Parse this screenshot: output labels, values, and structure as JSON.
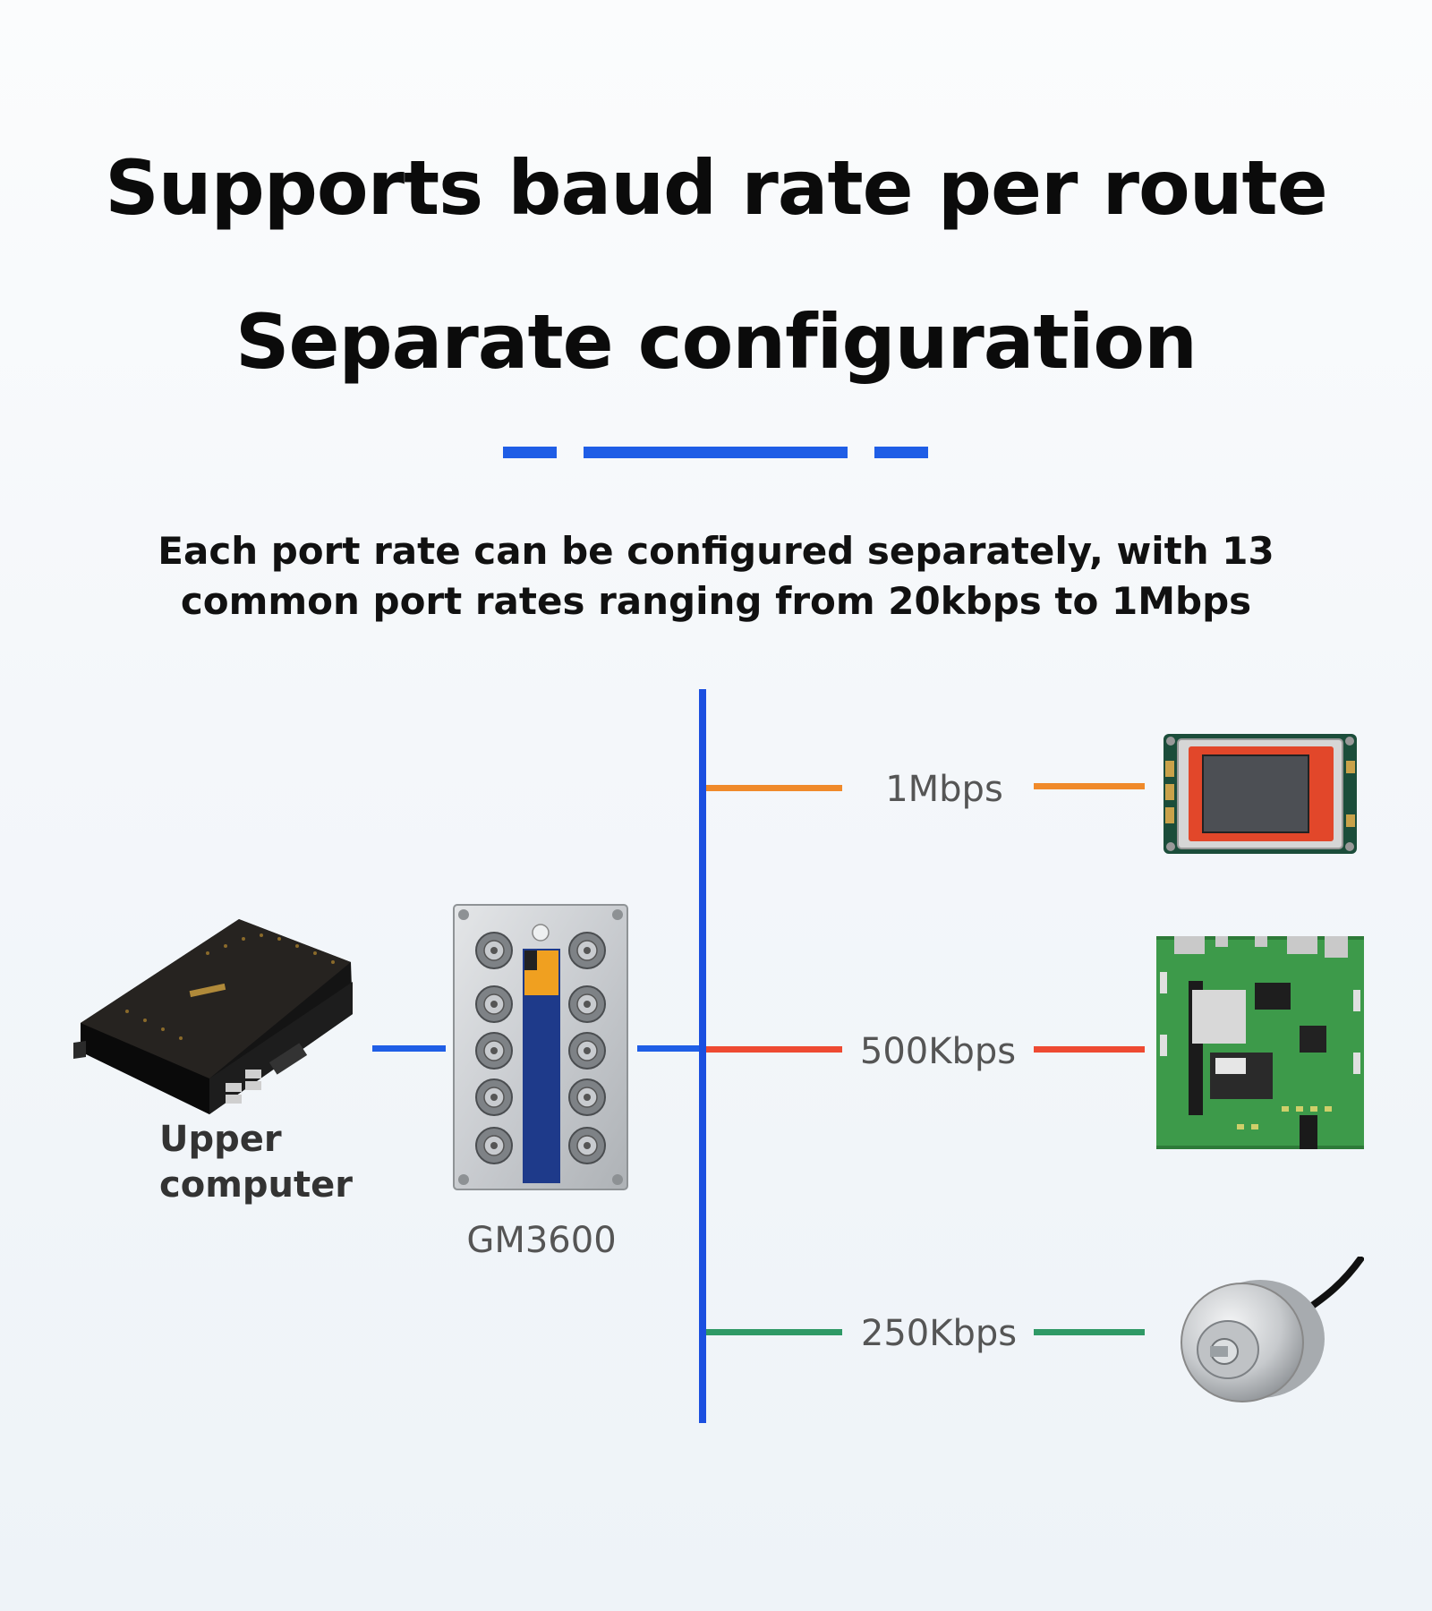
{
  "heading": {
    "line1": "Supports baud rate per route",
    "line2": "Separate configuration"
  },
  "subtitle": {
    "line1": "Each port rate can be configured separately, with 13",
    "line2": "common port rates ranging from 20kbps to 1Mbps"
  },
  "colors": {
    "accent_blue": "#1f5ee6",
    "bus_blue": "#1b4fe0",
    "orange": "#f08a2a",
    "red": "#ee4a32",
    "green": "#2f9966"
  },
  "nodes": {
    "upper_computer": {
      "label_line1": "Upper",
      "label_line2": "computer"
    },
    "gateway": {
      "label": "GM3600"
    }
  },
  "branches": [
    {
      "rate": "1Mbps",
      "color": "#f08a2a",
      "device_icon": "display-board-icon"
    },
    {
      "rate": "500Kbps",
      "color": "#ee4a32",
      "device_icon": "circuit-board-icon"
    },
    {
      "rate": "250Kbps",
      "color": "#2f9966",
      "device_icon": "rotary-encoder-icon"
    }
  ]
}
